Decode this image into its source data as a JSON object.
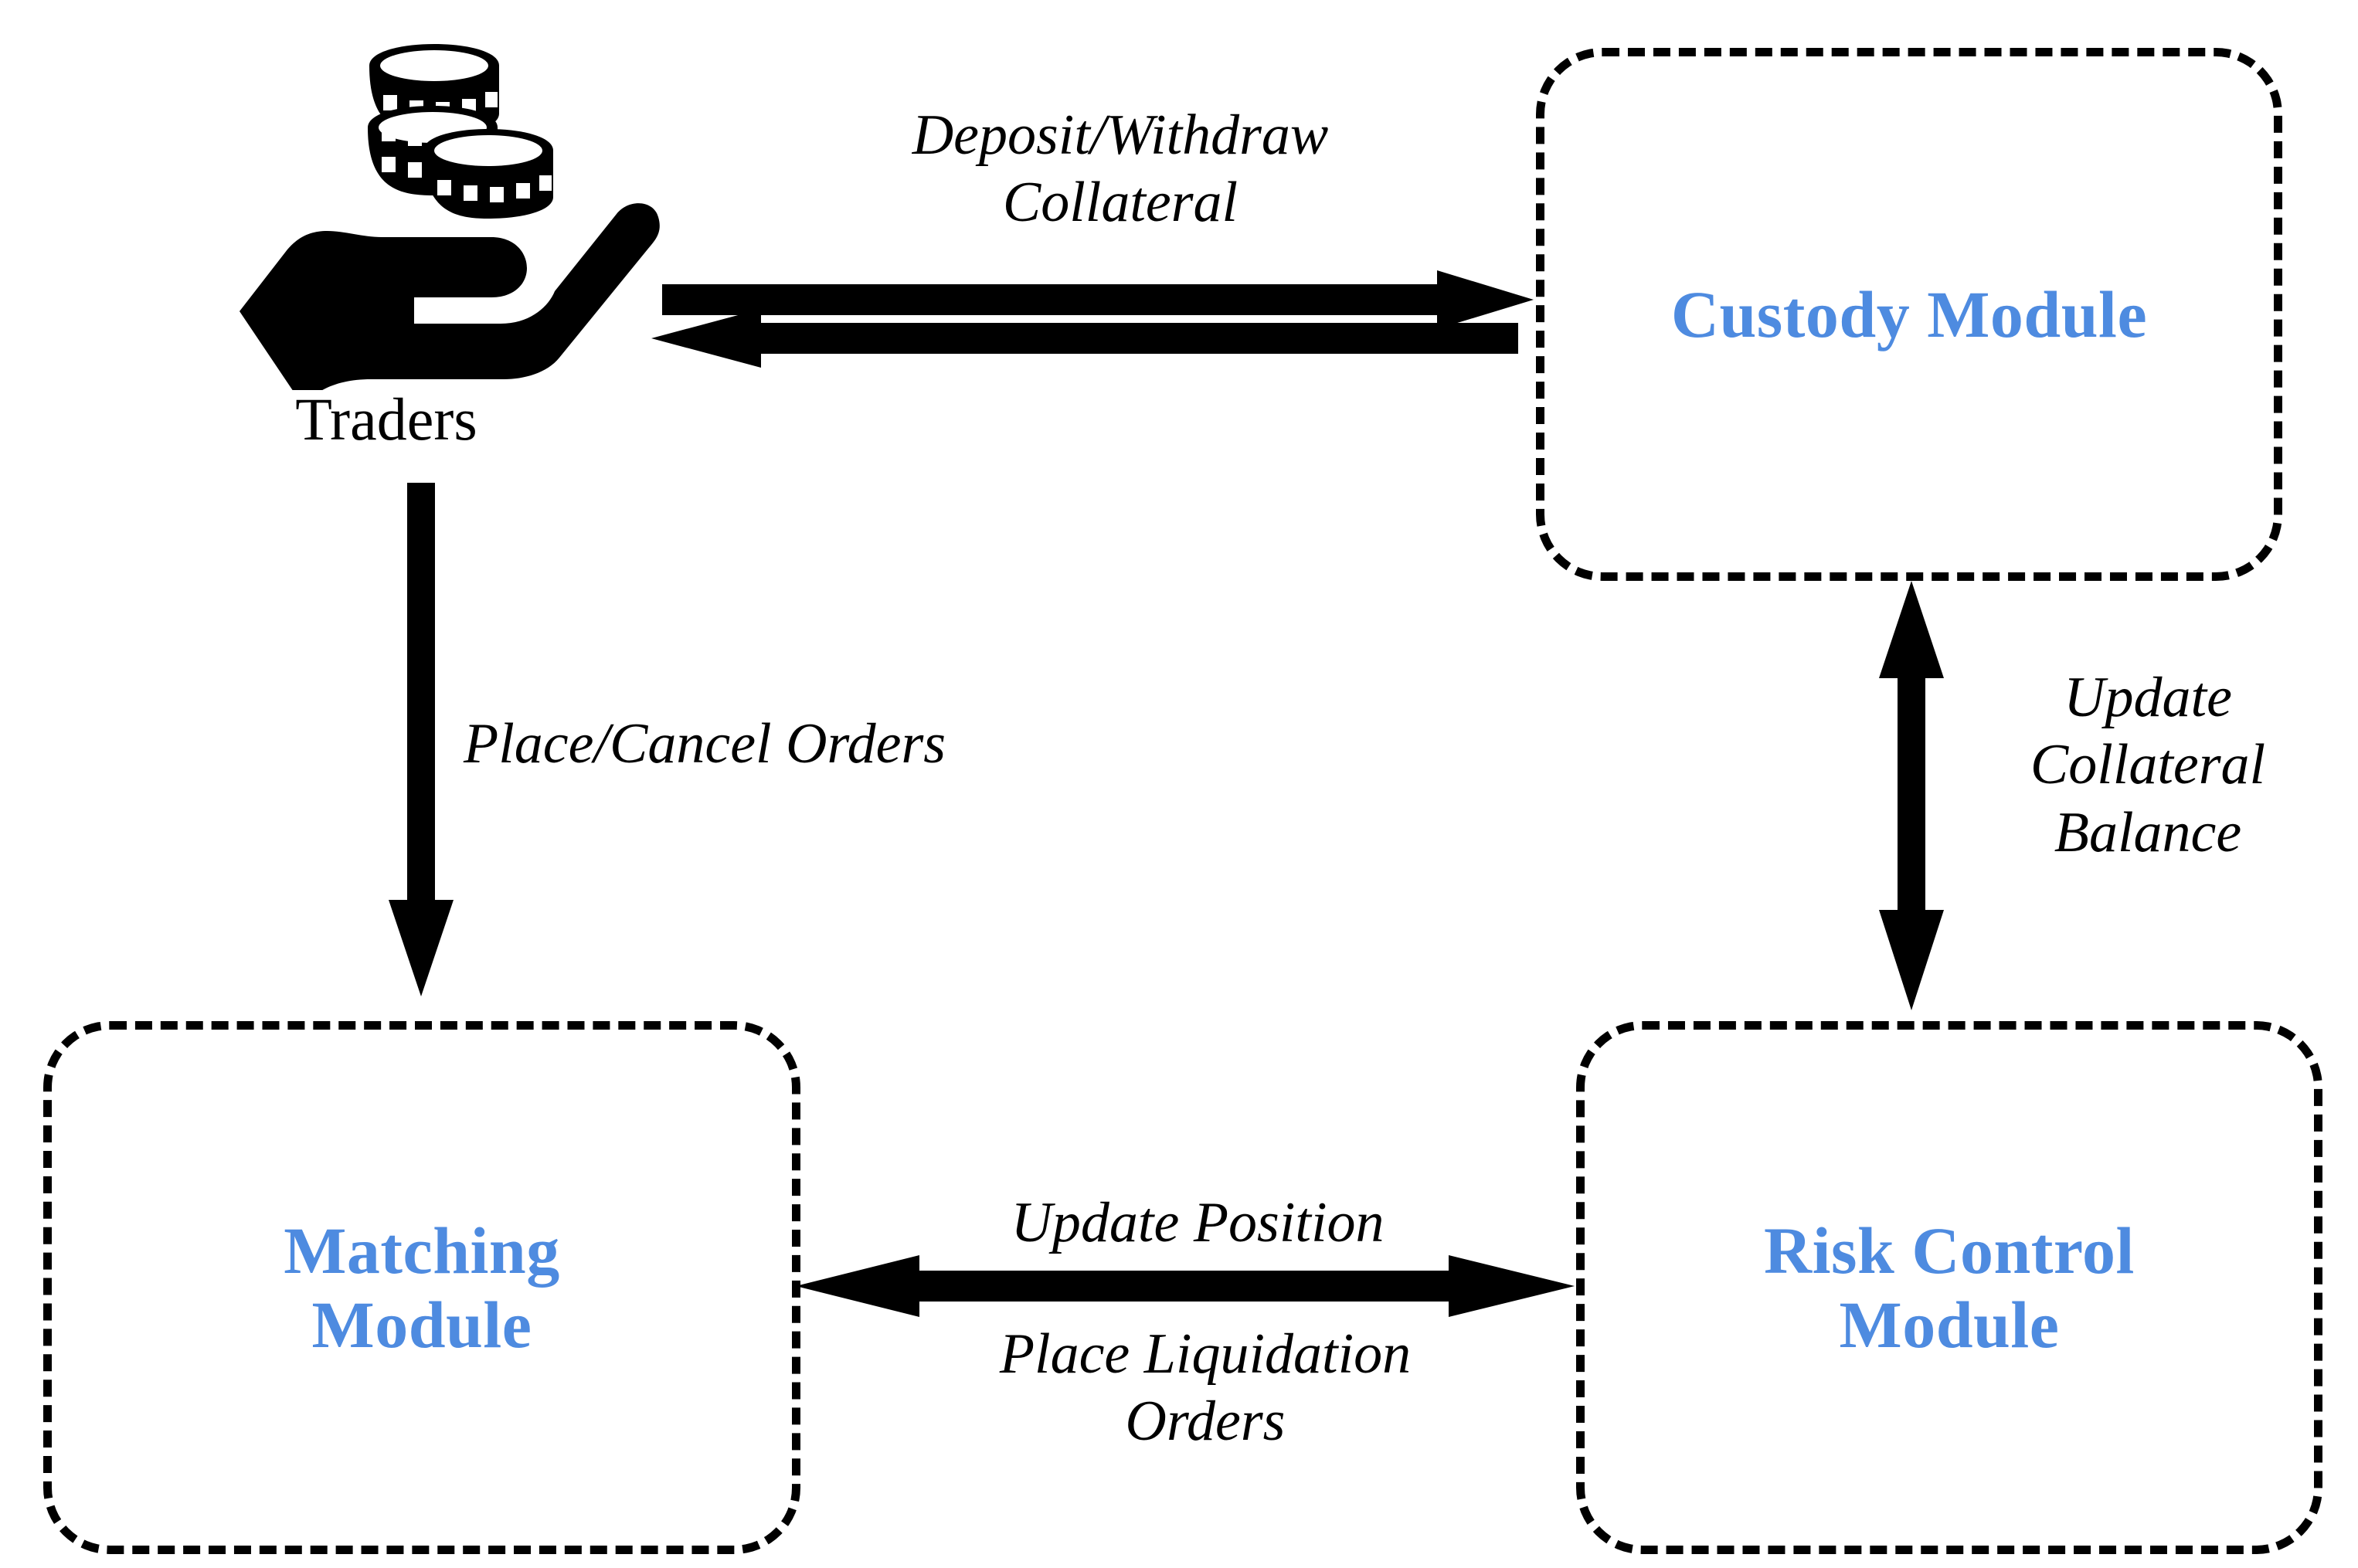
{
  "diagram": {
    "title_visible": false,
    "accent_color": "#4E8BE0",
    "line_color": "#000000",
    "background": "#ffffff"
  },
  "actor": {
    "icon": "hand-holding-coins-icon",
    "caption": "Traders"
  },
  "modules": [
    {
      "id": "custody",
      "label": "Custody Module"
    },
    {
      "id": "matching",
      "label": "Matching\nModule"
    },
    {
      "id": "risk",
      "label": "Risk Control\nModule"
    }
  ],
  "edges": [
    {
      "id": "deposit-withdraw",
      "label": "Deposit/Withdraw\nCollateral",
      "from": "Traders",
      "to": "Custody Module",
      "direction": "bidirectional"
    },
    {
      "id": "place-cancel",
      "label": "Place/Cancel Orders",
      "from": "Traders",
      "to": "Matching Module",
      "direction": "down"
    },
    {
      "id": "update-collateral",
      "label": "Update\nCollateral\nBalance",
      "from": "Custody Module",
      "to": "Risk Control Module",
      "direction": "bidirectional"
    },
    {
      "id": "update-position",
      "label": "Update Position",
      "from": "Risk Control Module",
      "to": "Matching Module",
      "direction": "bidirectional"
    },
    {
      "id": "place-liquidation",
      "label": "Place Liquidation\nOrders",
      "from": "Risk Control Module",
      "to": "Matching Module",
      "direction": "bidirectional"
    }
  ]
}
